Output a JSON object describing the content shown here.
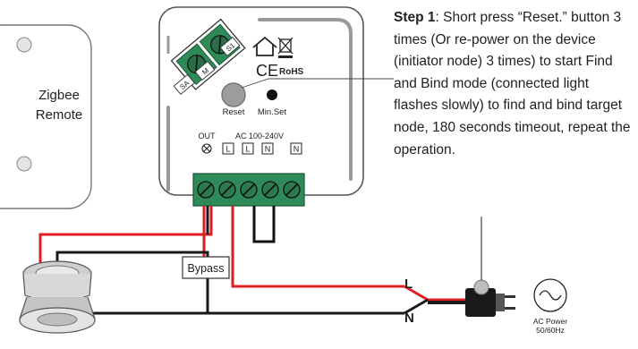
{
  "remote": {
    "label_line1": "Zigbee",
    "label_line2": "Remote"
  },
  "device": {
    "left_terminal_a": "SA",
    "left_terminal_b": "M",
    "right_terminal_a": "S1",
    "compliance_ce": "CE",
    "compliance_rohs": "RoHS",
    "reset_label": "Reset",
    "minset_label": "Min.Set",
    "out_label": "OUT",
    "ac_label": "AC 100-240V",
    "terminal_labels": [
      "L",
      "L",
      "N",
      "N"
    ]
  },
  "bypass_label": "Bypass",
  "wire_labels": {
    "live": "L",
    "neutral": "N"
  },
  "power": {
    "line1": "AC Power",
    "line2": "50/60Hz"
  },
  "instruction": {
    "step_label": "Step 1",
    "step_text": ": Short press “Reset.” button 3 times (Or re-power on the device (initiator node) 3 times) to start Find and Bind mode (connected light flashes slowly) to find and bind target node, 180 seconds timeout, repeat the operation."
  },
  "colors": {
    "live_wire": "#e01e26",
    "neutral_wire": "#1a1a1a",
    "terminal_green": "#2e8b57",
    "device_outline": "#555555"
  }
}
